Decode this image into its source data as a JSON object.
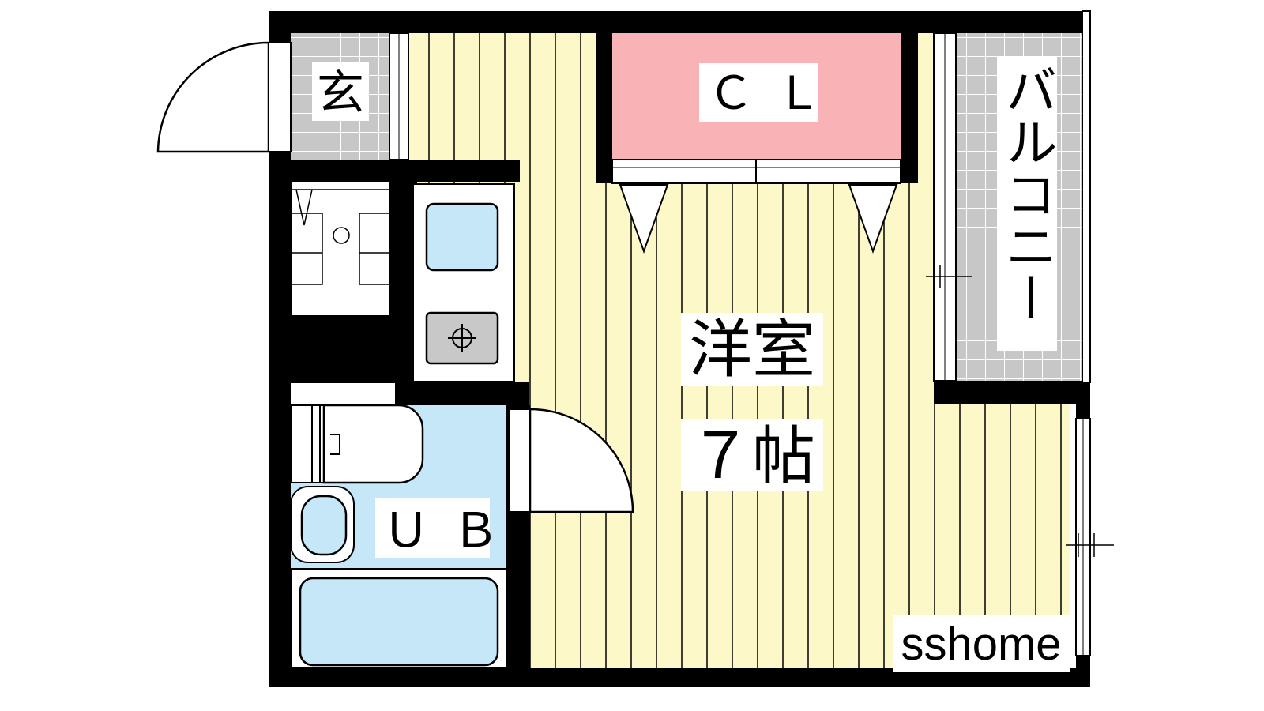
{
  "rooms": {
    "entrance": {
      "label": "玄"
    },
    "closet": {
      "label": "ＣＬ"
    },
    "balcony": {
      "label": "バルコニー"
    },
    "western_room": {
      "name": "洋室",
      "size": "７帖"
    },
    "unit_bath": {
      "label": "ＵＢ"
    }
  },
  "watermark": "sshome",
  "colors": {
    "floor": "#fdf8c8",
    "floor_lines": "#000000",
    "closet": "#f9b3b6",
    "bath": "#c6e7f8",
    "tile": "#c7c7c7",
    "wall": "#000000",
    "stove": "#c8c8c8"
  }
}
